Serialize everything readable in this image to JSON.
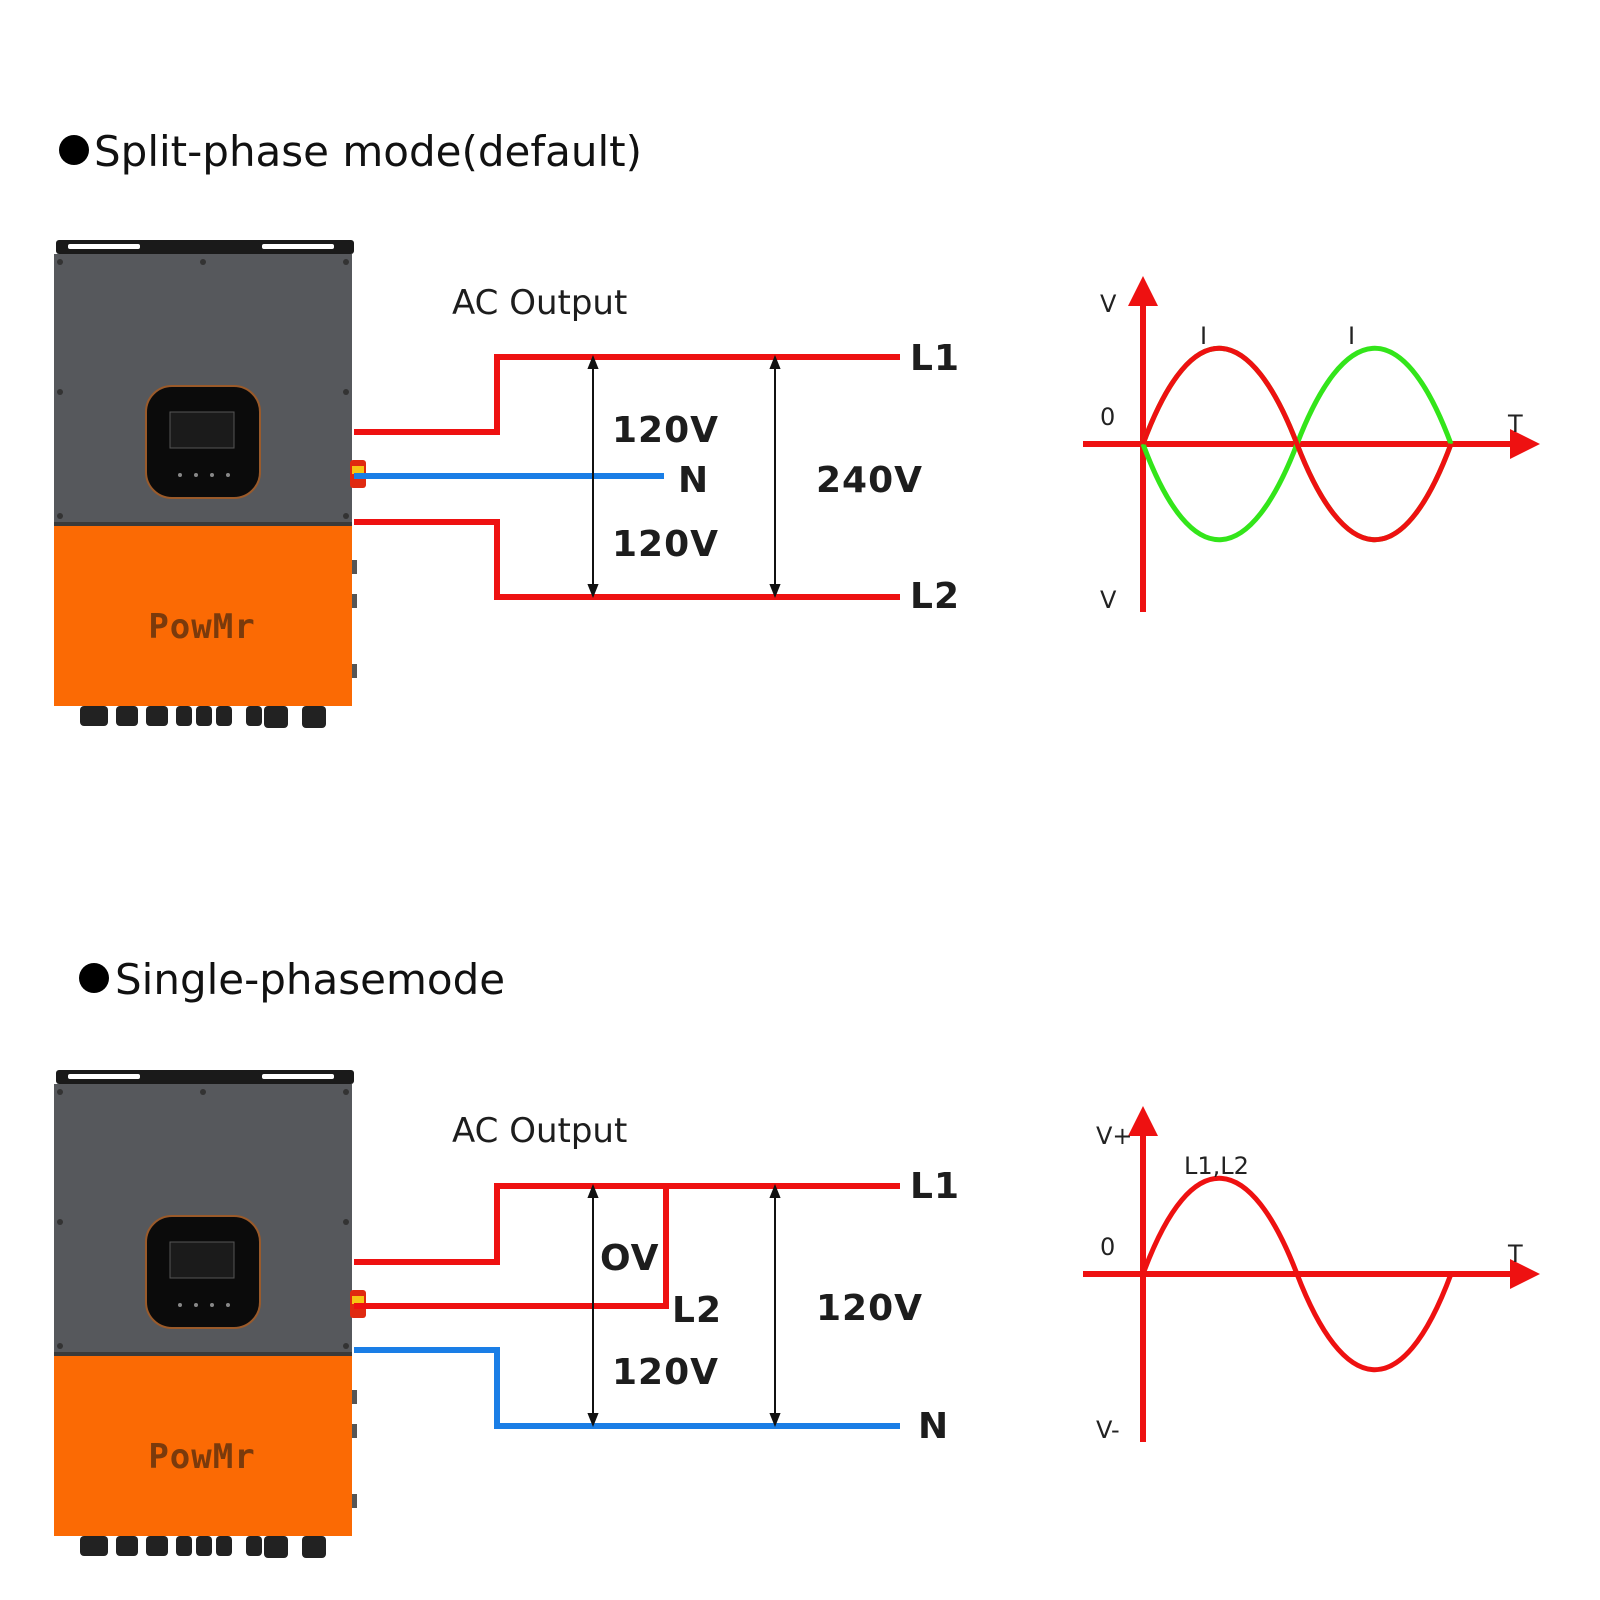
{
  "sections": [
    {
      "title": "Split-phase mode(default)",
      "device": {
        "brand": "PowMr"
      },
      "circuit": {
        "heading": "AC Output",
        "terminal_top": "L1",
        "terminal_mid": "N",
        "terminal_bottom": "L2",
        "voltage_upper": "120V",
        "voltage_lower": "120V",
        "voltage_total": "240V"
      },
      "waveform": {
        "y_top_label": "V",
        "y_bottom_label": "V",
        "zero_label": "0",
        "x_label": "T",
        "curve_label_1": "I",
        "curve_label_2": "I"
      }
    },
    {
      "title": "Single-phasemode",
      "device": {
        "brand": "PowMr"
      },
      "circuit": {
        "heading": "AC Output",
        "terminal_top": "L1",
        "terminal_mid": "L2",
        "terminal_bottom": "N",
        "voltage_upper": "OV",
        "voltage_lower": "120V",
        "voltage_total": "120V"
      },
      "waveform": {
        "y_top_label": "V+",
        "y_bottom_label": "V-",
        "zero_label": "0",
        "x_label": "T",
        "curve_label_1": "L1,L2"
      }
    }
  ],
  "colors": {
    "line": "#ee1111",
    "neutral": "#1a7ee6",
    "green_wave": "#33e51a",
    "panel_gray": "#56585c",
    "panel_orange": "#fb6a04"
  }
}
